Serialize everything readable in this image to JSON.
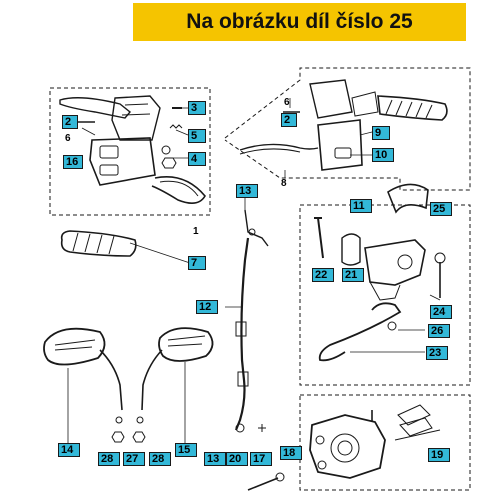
{
  "banner": {
    "title": "Na obrázku díl číslo 25"
  },
  "parts": {
    "p1": "1",
    "p2": "2",
    "p3": "3",
    "p4": "4",
    "p5": "5",
    "p6": "6",
    "p6b": "6",
    "p7": "7",
    "p8": "8",
    "p9": "9",
    "p10": "10",
    "p11": "11",
    "p12": "12",
    "p13": "13",
    "p13b": "13",
    "p14": "14",
    "p15": "15",
    "p16": "16",
    "p17": "17",
    "p18": "18",
    "p19": "19",
    "p20": "20",
    "p21": "21",
    "p22": "22",
    "p23": "23",
    "p24": "24",
    "p25": "25",
    "p26": "26",
    "p27": "27",
    "p28": "28",
    "p28b": "28"
  },
  "colors": {
    "banner_bg": "#f5c400",
    "callout_bg": "#33b8d8",
    "line": "#1a1a1a"
  }
}
